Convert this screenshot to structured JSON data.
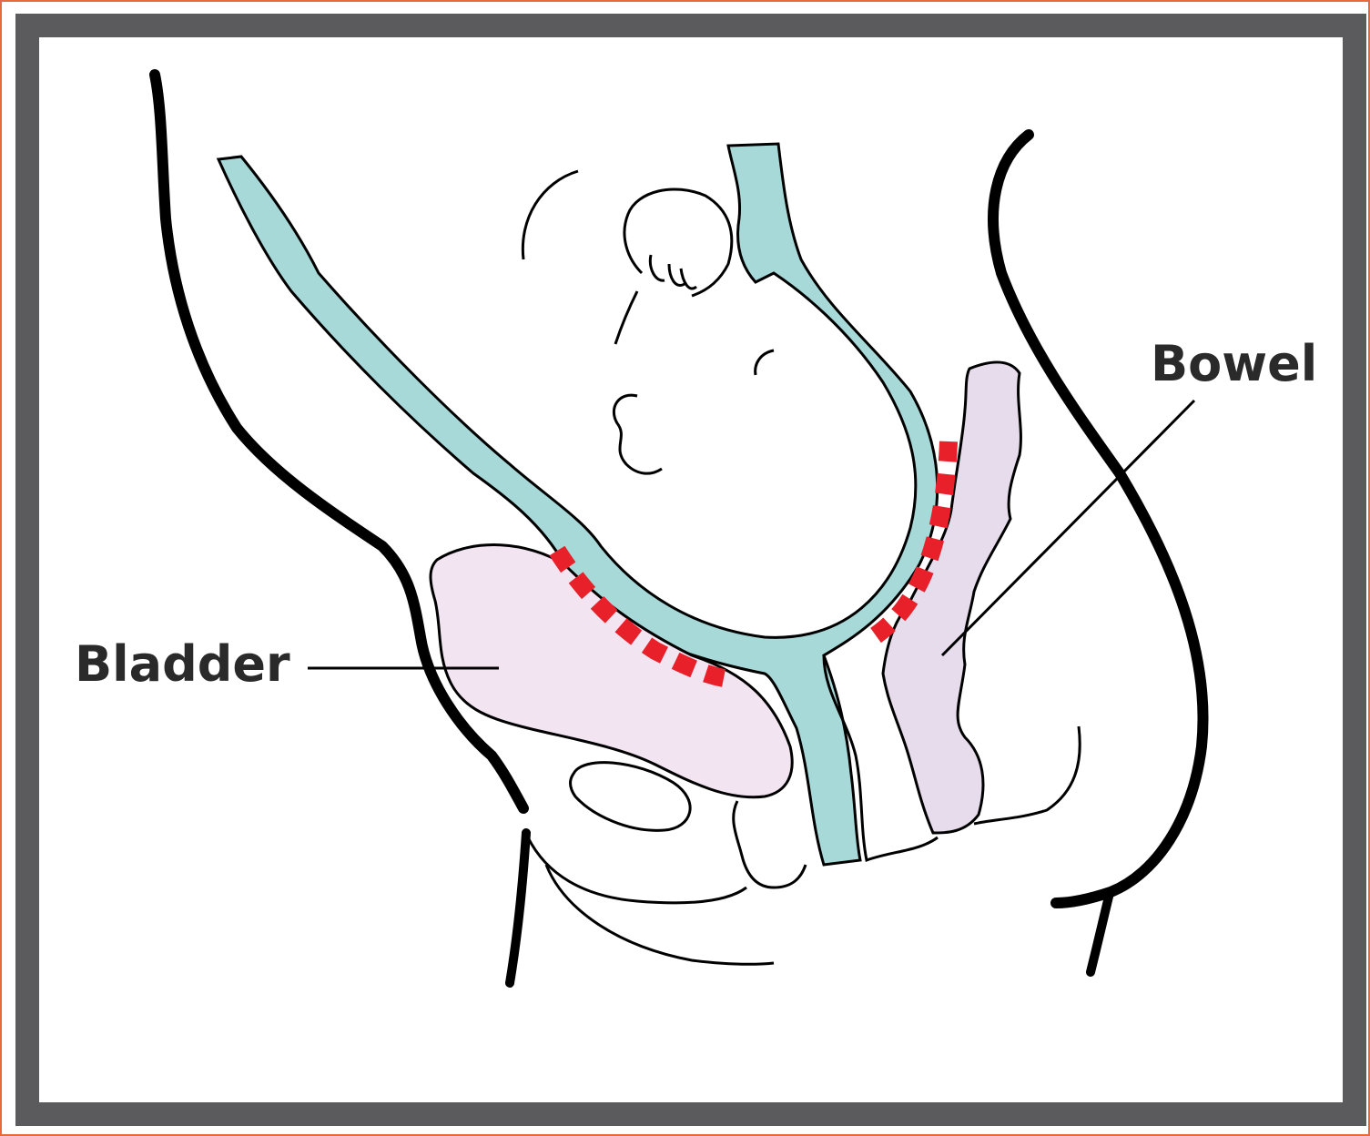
{
  "labels": {
    "bladder": "Bladder",
    "bowel": "Bowel"
  },
  "colors": {
    "frame_border": "#5b5b5d",
    "outer_accent": "#e86a3a",
    "uterus_fill": "#a7d9d8",
    "organ_fill_bladder": "#f2e4f1",
    "organ_fill_bowel": "#e6dcec",
    "dashed_marker": "#e8202a",
    "ink": "#000000"
  },
  "icons": {
    "bladder": "bladder-organ-shape",
    "bowel": "bowel-organ-shape",
    "uterus": "uterus-organ-shape",
    "baby": "fetus-head-outline",
    "marker": "red-dashed-line"
  }
}
